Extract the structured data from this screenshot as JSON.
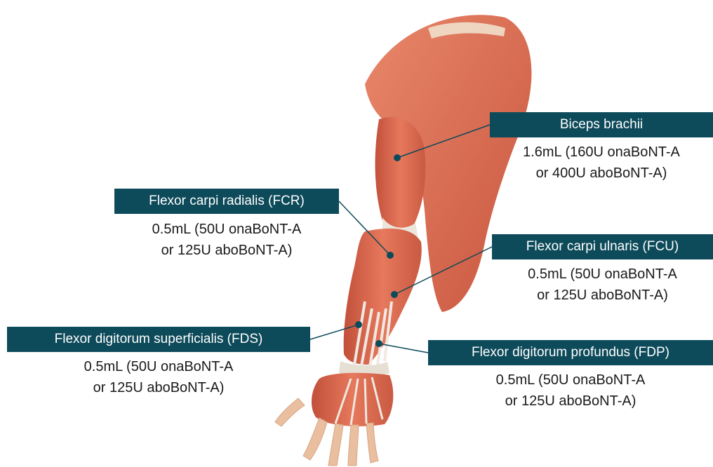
{
  "colors": {
    "label_bg": "#0d4a5a",
    "leader_line": "#0d4a5a",
    "muscle": "#d9684e",
    "tendon": "#e8e4de"
  },
  "illustration": {
    "subject": "arm-muscle-anatomy-illustration"
  },
  "labels": {
    "biceps": {
      "name": "Biceps brachii",
      "dose_line1": "1.6mL (160U onaBoNT-A",
      "dose_line2": "or 400U aboBoNT-A)"
    },
    "fcr": {
      "name": "Flexor carpi radialis (FCR)",
      "dose_line1": "0.5mL (50U onaBoNT-A",
      "dose_line2": "or 125U aboBoNT-A)"
    },
    "fcu": {
      "name": "Flexor carpi ulnaris (FCU)",
      "dose_line1": "0.5mL (50U onaBoNT-A",
      "dose_line2": "or 125U aboBoNT-A)"
    },
    "fds": {
      "name": "Flexor digitorum superficialis (FDS)",
      "dose_line1": "0.5mL (50U onaBoNT-A",
      "dose_line2": "or 125U aboBoNT-A)"
    },
    "fdp": {
      "name": "Flexor digitorum profundus (FDP)",
      "dose_line1": "0.5mL (50U onaBoNT-A",
      "dose_line2": "or 125U aboBoNT-A)"
    }
  }
}
